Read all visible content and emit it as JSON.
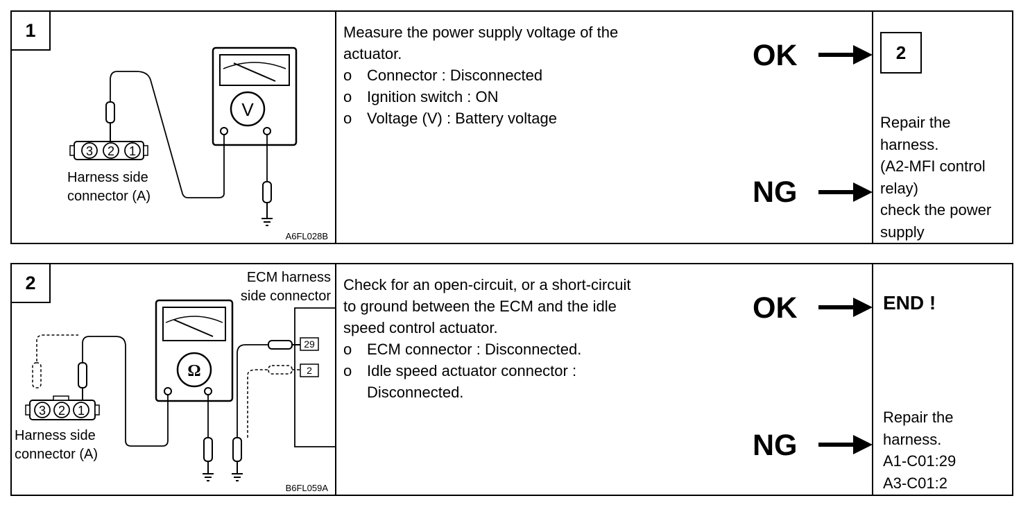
{
  "step1": {
    "number": "1",
    "figure": {
      "meter_symbol": "V",
      "pins": [
        "3",
        "2",
        "1"
      ],
      "connector_label_line1": "Harness side",
      "connector_label_line2": "connector (A)",
      "figure_code": "A6FL028B"
    },
    "title_line1": "Measure the power supply voltage of the",
    "title_line2": "actuator.",
    "bullet_marker": "o",
    "bullets": [
      "Connector : Disconnected",
      "Ignition switch : ON",
      "Voltage (V) : Battery voltage"
    ],
    "ok_label": "OK",
    "ng_label": "NG",
    "ok_result": "2",
    "ng_result_lines": [
      "Repair the",
      "harness.",
      "(A2-MFI control",
      "relay)",
      "check the power",
      "supply"
    ]
  },
  "step2": {
    "number": "2",
    "figure": {
      "meter_symbol": "Ω",
      "pins": [
        "3",
        "2",
        "1"
      ],
      "ecm_label_line1": "ECM harness",
      "ecm_label_line2": "side connector",
      "ecm_pin_a": "29",
      "ecm_pin_b": "2",
      "connector_label_line1": "Harness side",
      "connector_label_line2": "connector (A)",
      "figure_code": "B6FL059A"
    },
    "title_lines": [
      "Check for an open-circuit, or a short-circuit",
      "to ground between the ECM and the idle",
      "speed control actuator."
    ],
    "bullet_marker": "o",
    "bullet1": "ECM connector : Disconnected.",
    "bullet2_line1": "Idle speed actuator connector :",
    "bullet2_line2": "Disconnected.",
    "ok_label": "OK",
    "ng_label": "NG",
    "ok_result": "END !",
    "ng_result_lines": [
      "Repair the",
      "harness.",
      "A1-C01:29",
      "A3-C01:2"
    ]
  }
}
